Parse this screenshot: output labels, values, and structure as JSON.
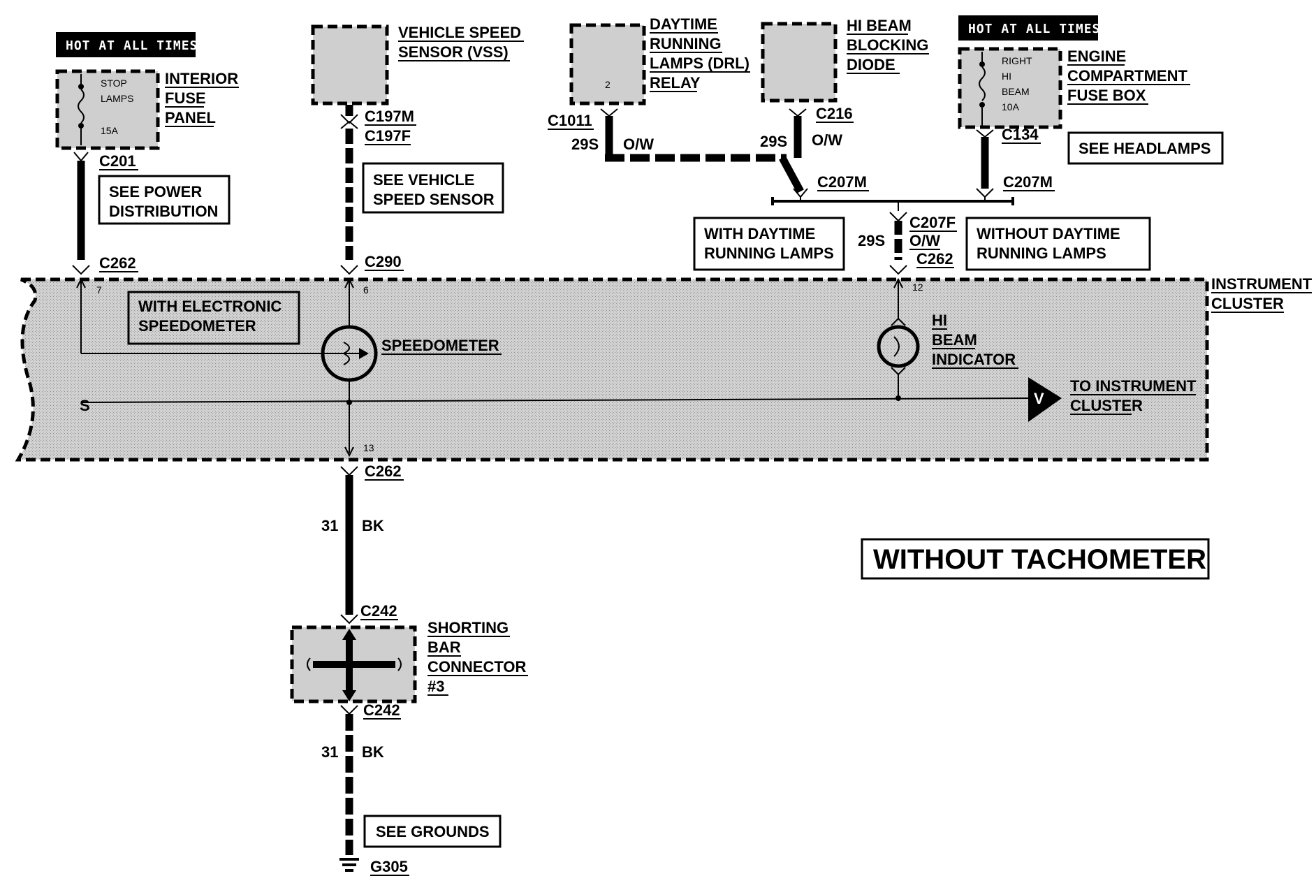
{
  "hot_labels": {
    "left": "HOT AT ALL TIMES",
    "right": "HOT AT ALL TIMES"
  },
  "interior_fuse_panel": {
    "name_lines": [
      "INTERIOR",
      "FUSE",
      "PANEL"
    ],
    "fuse_lines": [
      "STOP",
      "LAMPS",
      "15A"
    ]
  },
  "vehicle_speed_sensor": {
    "name_lines": [
      "VEHICLE SPEED",
      "SENSOR (VSS)"
    ]
  },
  "drl_relay": {
    "name_lines": [
      "DAYTIME",
      "RUNNING",
      "LAMPS (DRL)",
      "RELAY"
    ],
    "pin": "2"
  },
  "hi_beam_blocking_diode": {
    "name_lines": [
      "HI BEAM",
      "BLOCKING",
      "DIODE"
    ]
  },
  "engine_compartment_fuse_box": {
    "name_lines": [
      "ENGINE",
      "COMPARTMENT",
      "FUSE BOX"
    ],
    "fuse_lines": [
      "RIGHT",
      "HI",
      "BEAM",
      "10A"
    ]
  },
  "connectors": {
    "c201": "C201",
    "c262_left": "C262",
    "c197m": "C197M",
    "c197f": "C197F",
    "c290": "C290",
    "c1011": "C1011",
    "c216": "C216",
    "c134": "C134",
    "c207m_left": "C207M",
    "c207m_right": "C207M",
    "c207f": "C207F",
    "c262_right": "C262",
    "c262_bottom": "C262",
    "c242_top": "C242",
    "c242_bottom": "C242",
    "g305": "G305"
  },
  "wires": {
    "circuit_29s": "29S",
    "color_ow": "O/W",
    "circuit_31": "31",
    "color_bk": "BK"
  },
  "notes": {
    "see_power_distribution": [
      "SEE POWER",
      "DISTRIBUTION"
    ],
    "see_vehicle_speed_sensor": [
      "SEE VEHICLE",
      "SPEED SENSOR"
    ],
    "see_headlamps": "SEE HEADLAMPS",
    "with_drl": [
      "WITH DAYTIME",
      "RUNNING LAMPS"
    ],
    "without_drl": [
      "WITHOUT DAYTIME",
      "RUNNING LAMPS"
    ],
    "with_electronic_speedometer": [
      "WITH ELECTRONIC",
      "SPEEDOMETER"
    ],
    "see_grounds": "SEE GROUNDS",
    "without_tachometer": "WITHOUT TACHOMETER"
  },
  "instrument_cluster": {
    "name_lines": [
      "INSTRUMENT",
      "CLUSTER"
    ],
    "speedometer": "SPEEDOMETER",
    "hi_beam_indicator_lines": [
      "HI",
      "BEAM",
      "INDICATOR"
    ],
    "to_instrument_cluster_lines": [
      "TO INSTRUMENT",
      "CLUSTER"
    ],
    "arrow_letter": "V",
    "splice_letter": "S",
    "pins": {
      "p7": "7",
      "p6": "6",
      "p12": "12",
      "p13": "13"
    }
  },
  "shorting_bar_connector": {
    "name_lines": [
      "SHORTING",
      "BAR",
      "CONNECTOR",
      "#3"
    ]
  }
}
